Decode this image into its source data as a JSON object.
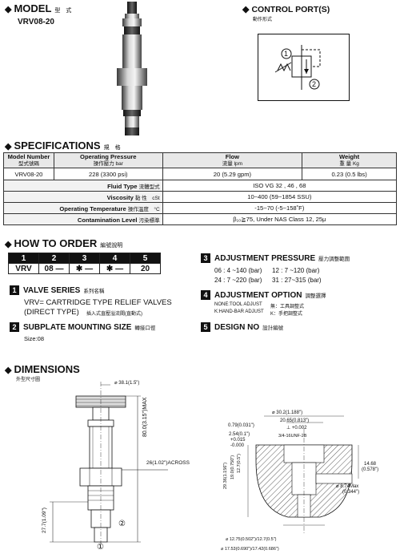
{
  "model": {
    "title": "MODEL",
    "title_cn": "型　式",
    "name": "VRV08-20"
  },
  "control_port": {
    "title": "CONTROL PORT(S)",
    "title_cn": "動作形式",
    "port1": "1",
    "port2": "2"
  },
  "specifications": {
    "title": "SPECIFICATIONS",
    "title_cn": "規　格",
    "headers": {
      "model_number": "Model Number",
      "model_number_cn": "型式號碼",
      "pressure": "Operating Pressure",
      "pressure_unit": "操作壓力 bar",
      "flow": "Flow",
      "flow_unit": "流量 lpm",
      "weight": "Weight",
      "weight_unit": "重 量 Kg"
    },
    "row": {
      "model": "VRV08-20",
      "pressure": "228 (3300 psi)",
      "flow": "20 (5.29 gpm)",
      "weight": "0.23 (0.5 lbs)"
    },
    "extra_rows": [
      {
        "label": "Fluid Type",
        "label_cn": "流體型式",
        "value": "ISO VG 32 , 46 , 68"
      },
      {
        "label": "Viscosity",
        "label_cn": "黏 性　cSt",
        "value": "10~400 (59~1854 SSU)"
      },
      {
        "label": "Operating Temperature",
        "label_cn": "操作溫度　°C",
        "value": "-15~70 (-5~158˚F)"
      },
      {
        "label": "Contamination Level",
        "label_cn": "污染標準",
        "value": "β₁₀≧75, Under NAS Class 12, 25μ"
      }
    ]
  },
  "how_to_order": {
    "title": "HOW TO ORDER",
    "title_cn": "編號說明",
    "positions": [
      "1",
      "2",
      "3",
      "4",
      "5"
    ],
    "codes": [
      "VRV",
      "08 —",
      "✱ —",
      "✱ —",
      "20"
    ],
    "items": [
      {
        "num": "1",
        "title": "VALVE SERIES",
        "title_cn": "系列名稱",
        "lines": [
          "VRV= CARTRIDGE TYPE RELIEF VALVES",
          "(DIRECT TYPE)"
        ],
        "lines_cn": "插入式直壓溢流閥(直動式)"
      },
      {
        "num": "2",
        "title": "SUBPLATE MOUNTING SIZE",
        "title_cn": "轉接口徑",
        "lines": [
          "Size:08"
        ]
      },
      {
        "num": "3",
        "title": "ADJUSTMENT PRESSURE",
        "title_cn": "壓力調整範圍",
        "lines": [
          "06 : 4 ~140 (bar)",
          "12 : 7 ~120 (bar)",
          "24 : 7 ~220 (bar)",
          "31 : 27~315 (bar)"
        ]
      },
      {
        "num": "4",
        "title": "ADJUSTMENT OPTION",
        "title_cn": "調整選擇",
        "lines": [
          "NONE:TOOL ADJUST",
          "無：工具調整式",
          "K:HAND-BAR ADJUST",
          "K：手把調整式"
        ]
      },
      {
        "num": "5",
        "title": "DESIGN NO",
        "title_cn": "設計編號"
      }
    ]
  },
  "dimensions": {
    "title": "DIMENSIONS",
    "title_cn": "外型尺寸圖",
    "labels": {
      "knob_dia": "38.1(1.5\")",
      "max_len": "80.0(3.15\")MAX",
      "across": "26(1.02\")ACROSS",
      "bottom_len": "27.7(1.09\")",
      "port2": "②",
      "port1": "①",
      "cav_dia": "30.2(1.188\")",
      "thread_dia": "20.65(0.813\")",
      "tol": "+0.002",
      "tol_sym": "⊥",
      "d079": "0.79(0.031\")",
      "d254": "2.54(0.1\")",
      "tol2a": "+0.015",
      "tol2b": "-0.000",
      "thread": "3/4-16UNF-2B",
      "d127": "12.7(0.5\")",
      "d190": "19.0(0.750\")",
      "d2936": "29.36(1.156\")",
      "d1468": "14.68",
      "d1468b": "(0.578\")",
      "d874": "8.74Max",
      "d874b": "(0.344\")",
      "d1275": "12.75(0.502\")/12.7(0.5\")",
      "d1753": "17.53(0.690\")/17.42(0.686\")"
    }
  }
}
